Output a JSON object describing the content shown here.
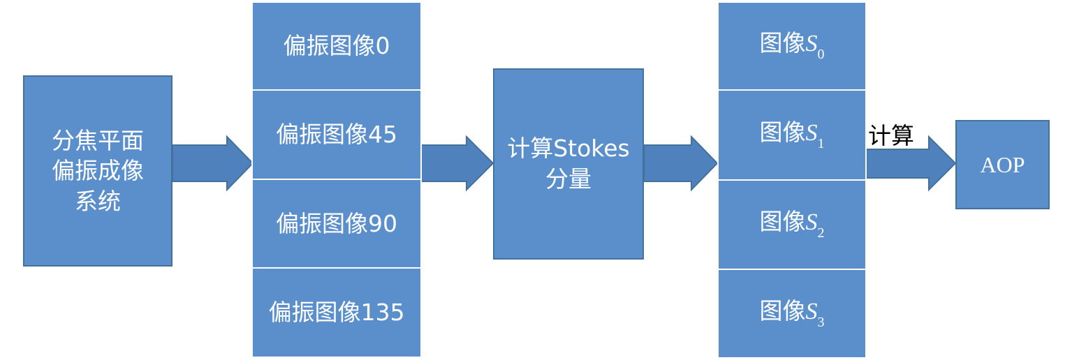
{
  "source": {
    "lines": [
      "分焦平面",
      "偏振成像",
      "系统"
    ]
  },
  "polarization_images": [
    "偏振图像0",
    "偏振图像45",
    "偏振图像90",
    "偏振图像135"
  ],
  "stokes_compute": {
    "lines": [
      "计算Stokes",
      "分量"
    ]
  },
  "stokes_images": [
    {
      "prefix": "图像",
      "var": "S",
      "sub": "0"
    },
    {
      "prefix": "图像",
      "var": "S",
      "sub": "1"
    },
    {
      "prefix": "图像",
      "var": "S",
      "sub": "2"
    },
    {
      "prefix": "图像",
      "var": "S",
      "sub": "3"
    }
  ],
  "compute_label": "计算",
  "output": "AOP",
  "colors": {
    "box_fill": "#5b8fcb",
    "arrow_fill": "#4f81bd",
    "arrow_stroke": "#41719c",
    "text": "#ffffff"
  }
}
